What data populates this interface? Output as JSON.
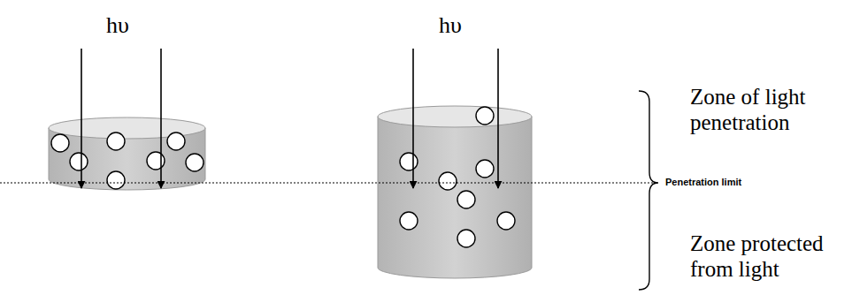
{
  "diagram": {
    "labels": [
      "hυ",
      "hυ",
      "Zone of light penetration",
      "Penetration limit",
      "Zone protected from light"
    ]
  }
}
